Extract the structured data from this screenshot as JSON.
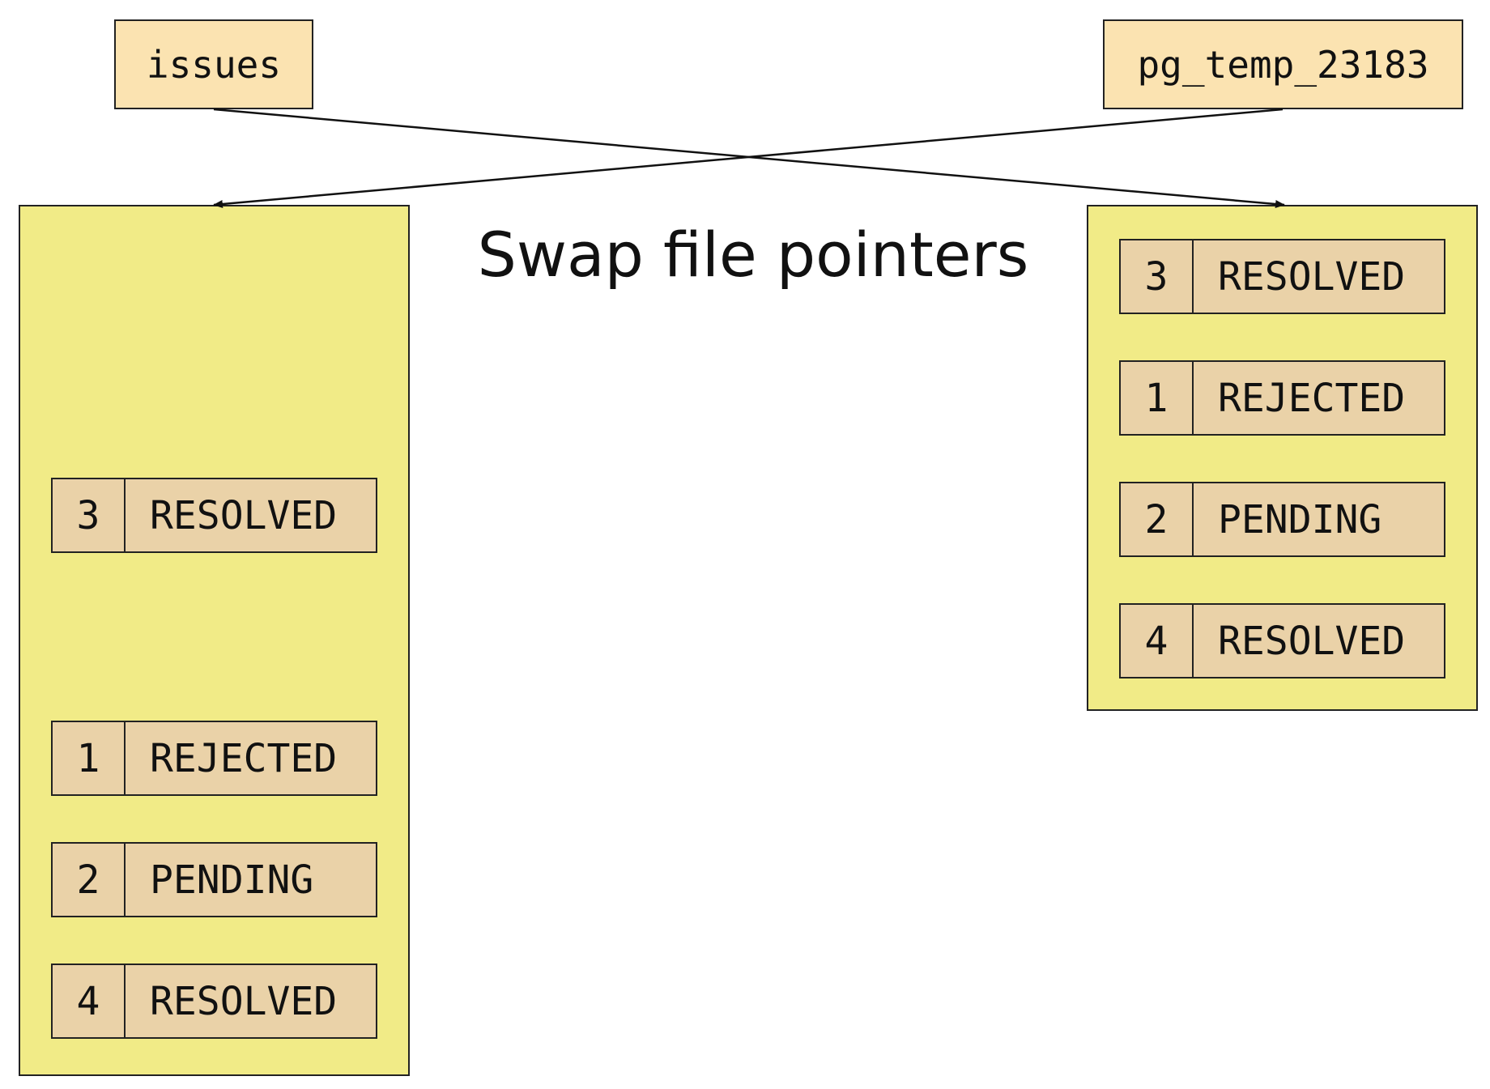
{
  "title": "Swap file pointers",
  "names": {
    "left": "issues",
    "right": "pg_temp_23183"
  },
  "left_file": {
    "tuples": [
      {
        "id": "3",
        "status": "RESOLVED"
      },
      {
        "id": "1",
        "status": "REJECTED"
      },
      {
        "id": "2",
        "status": "PENDING"
      },
      {
        "id": "4",
        "status": "RESOLVED"
      }
    ]
  },
  "right_file": {
    "tuples": [
      {
        "id": "3",
        "status": "RESOLVED"
      },
      {
        "id": "1",
        "status": "REJECTED"
      },
      {
        "id": "2",
        "status": "PENDING"
      },
      {
        "id": "4",
        "status": "RESOLVED"
      }
    ]
  },
  "colors": {
    "name_fill": "#fbe3b1",
    "file_fill": "#f1eb87",
    "tuple_fill": "#ead2a8",
    "stroke": "#222222"
  }
}
